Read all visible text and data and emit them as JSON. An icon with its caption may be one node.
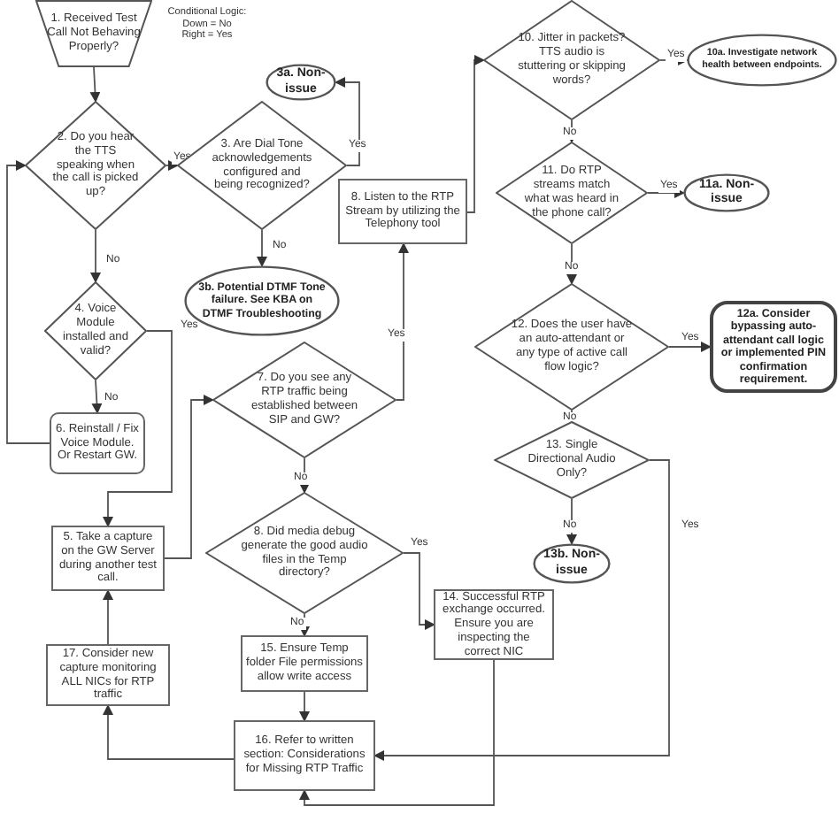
{
  "diagram": {
    "nodes": [
      {
        "text": [
          "1. Received Test Call Not Behaving Properly?"
        ]
      },
      {
        "text": [
          "2. Do you hear the TTS speaking when the call is picked up?"
        ]
      },
      {
        "text": [
          "3. Are Dial Tone acknowledgements configured and being recognized?"
        ]
      },
      {
        "text": [
          "3a. Non-issue"
        ]
      },
      {
        "text": [
          "3b. Potential DTMF Tone failure. See KBA on DTMF Troubleshooting"
        ]
      },
      {
        "text": [
          "8. Listen to the RTP Stream by utilizing the Telephony tool"
        ]
      },
      {
        "text": [
          "4. Voice Module installed and valid?"
        ]
      },
      {
        "text": [
          "6. Reinstall / Fix Voice Module. Or Restart GW."
        ]
      },
      {
        "text": [
          "7. Do you see any RTP traffic being established between SIP and GW?"
        ]
      },
      {
        "text": [
          "5. Take a capture on the GW Server during another test call."
        ]
      },
      {
        "text": [
          "8. Did media debug generate the good audio files in the Temp directory?"
        ]
      },
      {
        "text": [
          "15. Ensure Temp folder File permissions allow write access"
        ]
      },
      {
        "text": [
          "17. Consider new capture monitoring ALL NICs for RTP traffic"
        ]
      },
      {
        "text": [
          "16. Refer to written section: Considerations for Missing RTP Traffic"
        ]
      },
      {
        "text": [
          "14. Successful RTP exchange occurred. Ensure you are inspecting the correct NIC"
        ]
      },
      {
        "text": [
          "10. Jitter in packets? TTS audio is stuttering or skipping words?"
        ]
      },
      {
        "text": [
          "10a. Investigate network health between endpoints."
        ]
      },
      {
        "text": [
          "11. Do RTP streams match what was heard in the phone call?"
        ]
      },
      {
        "text": [
          "11a. Non-issue"
        ]
      },
      {
        "text": [
          "12. Does the user have an auto-attendant or any type of active call flow logic?"
        ]
      },
      {
        "text": [
          "12a. Consider bypassing auto-attendant call logic or implemented PIN confirmation requirement."
        ]
      },
      {
        "text": [
          "13. Single Directional Audio Only?"
        ]
      },
      {
        "text": [
          "13b. Non-issue"
        ]
      }
    ],
    "edges": [
      {
        "from": 0,
        "to": 1,
        "arrow": "to"
      },
      {
        "from": 1,
        "to": 2,
        "arrow": "to",
        "label": "Yes"
      },
      {
        "from": 1,
        "to": 6,
        "arrow": "to",
        "label": "No"
      },
      {
        "from": 2,
        "to": 3,
        "arrow": "to",
        "label": "Yes"
      },
      {
        "from": 2,
        "to": 4,
        "arrow": "to",
        "label": "No"
      },
      {
        "from": 6,
        "to": 7,
        "arrow": "to",
        "label": "No"
      },
      {
        "from": 7,
        "to": 1,
        "arrow": "to"
      },
      {
        "from": 6,
        "to": 9,
        "arrow": "to",
        "label": "Yes"
      },
      {
        "from": 9,
        "to": 8,
        "arrow": "to"
      },
      {
        "from": 8,
        "to": 5,
        "arrow": "to",
        "label": "Yes"
      },
      {
        "from": 8,
        "to": 10,
        "arrow": "to",
        "label": "No"
      },
      {
        "from": 5,
        "to": 15,
        "arrow": "to"
      },
      {
        "from": 15,
        "to": 16,
        "arrow": "to",
        "label": "Yes"
      },
      {
        "from": 15,
        "to": 17,
        "arrow": "to",
        "label": "No"
      },
      {
        "from": 17,
        "to": 18,
        "arrow": "to",
        "label": "Yes"
      },
      {
        "from": 17,
        "to": 19,
        "arrow": "to",
        "label": "No"
      },
      {
        "from": 19,
        "to": 20,
        "arrow": "to",
        "label": "Yes"
      },
      {
        "from": 19,
        "to": 21,
        "arrow": "to",
        "label": "No"
      },
      {
        "from": 21,
        "to": 22,
        "arrow": "to",
        "label": "No"
      },
      {
        "from": 21,
        "to": 13,
        "arrow": "to",
        "label": "Yes"
      },
      {
        "from": 10,
        "to": 14,
        "arrow": "to",
        "label": "Yes"
      },
      {
        "from": 10,
        "to": 11,
        "arrow": "to",
        "label": "No"
      },
      {
        "from": 11,
        "to": 13,
        "arrow": "to"
      },
      {
        "from": 13,
        "to": 12,
        "arrow": "to"
      },
      {
        "from": 12,
        "to": 9,
        "arrow": "to"
      },
      {
        "from": 14,
        "to": 13,
        "arrow": "to"
      }
    ],
    "labels": [
      "Conditional Logic:",
      "Down = No",
      "Right = Yes"
    ]
  }
}
